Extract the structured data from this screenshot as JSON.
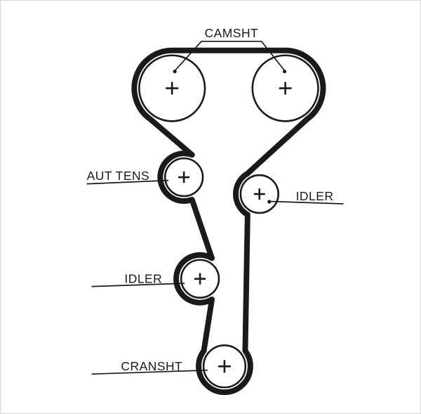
{
  "page": {
    "background": "#ffffff",
    "border_color": "#d4d4d4"
  },
  "diagram": {
    "kind": "timing-belt-routing-diagram",
    "line_color": "#1a1a1a",
    "labels": {
      "camshaft": "CAMSHT",
      "auto_tensioner": "AUT TENS",
      "idler_upper_right": "IDLER",
      "idler_lower_left": "IDLER",
      "crankshaft": "CRANSHT"
    },
    "pulleys": [
      {
        "id": "camshaft-left",
        "label": "CAMSHT",
        "marker": "+"
      },
      {
        "id": "camshaft-right",
        "label": "CAMSHT",
        "marker": "+"
      },
      {
        "id": "auto-tensioner",
        "label": "AUT TENS",
        "marker": "+"
      },
      {
        "id": "idler-upper-right",
        "label": "IDLER",
        "marker": "+"
      },
      {
        "id": "idler-lower-left",
        "label": "IDLER",
        "marker": "+"
      },
      {
        "id": "crankshaft",
        "label": "CRANSHT",
        "marker": "+"
      }
    ]
  }
}
